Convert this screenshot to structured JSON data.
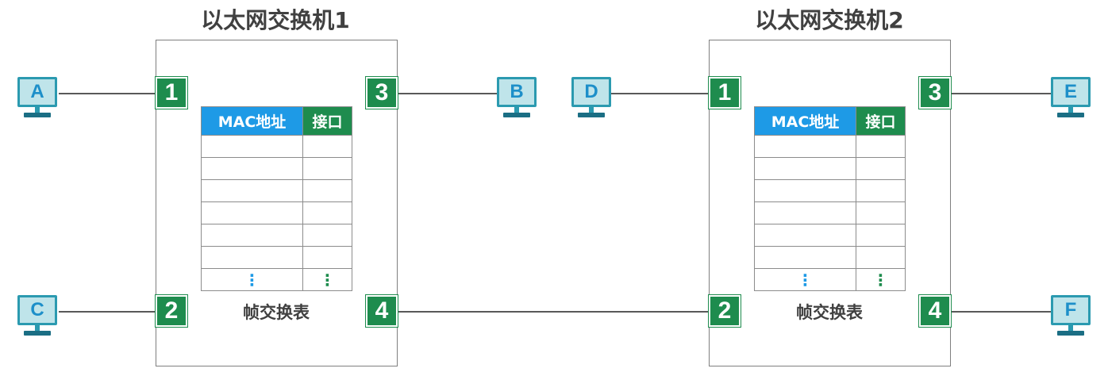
{
  "switch1": {
    "title": "以太网交换机1",
    "ports": {
      "p1": "1",
      "p2": "2",
      "p3": "3",
      "p4": "4"
    },
    "table": {
      "col_mac": "MAC地址",
      "col_port": "接口",
      "ellipsis": "⋮",
      "caption": "帧交换表"
    }
  },
  "switch2": {
    "title": "以太网交换机2",
    "ports": {
      "p1": "1",
      "p2": "2",
      "p3": "3",
      "p4": "4"
    },
    "table": {
      "col_mac": "MAC地址",
      "col_port": "接口",
      "ellipsis": "⋮",
      "caption": "帧交换表"
    }
  },
  "hosts": {
    "A": "A",
    "B": "B",
    "C": "C",
    "D": "D",
    "E": "E",
    "F": "F"
  },
  "colors": {
    "port_green": "#1e8c4e",
    "mac_header_blue": "#1e9ae6",
    "host_screen": "#bfe4ea",
    "host_frame": "#2b9ab0"
  }
}
